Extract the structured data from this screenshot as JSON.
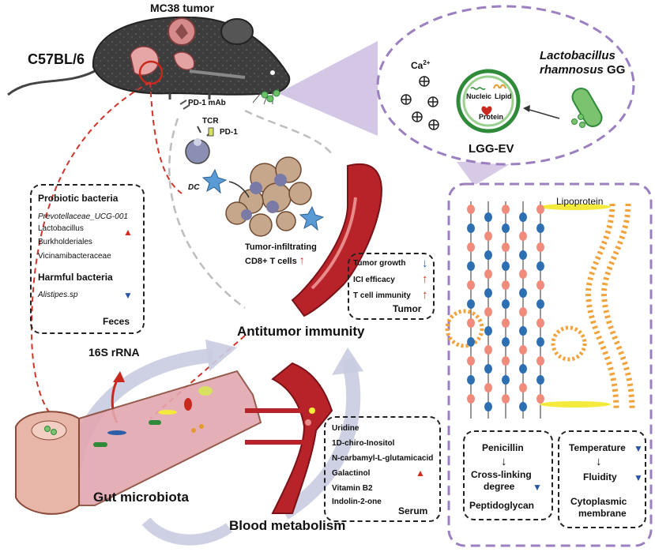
{
  "labels": {
    "mc38_tumor": "MC38 tumor",
    "c57bl6": "C57BL/6",
    "pd1_mab": "PD-1 mAb",
    "tcr": "TCR",
    "pd1": "PD-1",
    "dc": "DC",
    "til_line1": "Tumor-infiltrating",
    "til_line2": "CD8+ T cells",
    "antitumor_immunity": "Antitumor immunity",
    "rrna": "16S rRNA",
    "gut_microbiota": "Gut microbiota",
    "blood_metabolism": "Blood metabolism"
  },
  "feces_box": {
    "probiotic_title": "Probiotic bacteria",
    "probiotic_items": [
      "Prevotellaceae_UCG-001",
      "Lactobacillus",
      "Burkholderiales",
      "Vicinamibacteraceae"
    ],
    "harmful_title": "Harmful bacteria",
    "harmful_items": [
      "Alistipes.sp"
    ],
    "footer": "Feces"
  },
  "tumor_box": {
    "items": [
      "Tumor growth",
      "ICI efficacy",
      "T cell immunity"
    ],
    "footer": "Tumor"
  },
  "serum_box": {
    "items": [
      "Uridine",
      "1D-chiro-Inositol",
      "N-carbamyl-L-glutamicacid",
      "Galactinol",
      "Vitamin B2",
      "Indolin-2-one"
    ],
    "footer": "Serum"
  },
  "ev_bubble": {
    "ca": "Ca",
    "ca_sup": "2+",
    "bacteria_line1": "Lactobacillus",
    "bacteria_line2_italic": "rhamnosus",
    "bacteria_line2_plain": " GG",
    "nucleic": "Nucleic",
    "lipid": "Lipid",
    "protein": "Protein",
    "ev_name": "LGG-EV"
  },
  "membrane_panel": {
    "lipoprotein": "Lipoprotein",
    "left_box": {
      "top": "Penicillin",
      "middle_line1": "Cross-linking",
      "middle_line2": "degree",
      "footer": "Peptidoglycan"
    },
    "right_box": {
      "top": "Temperature",
      "middle": "Fluidity",
      "footer_line1": "Cytoplasmic",
      "footer_line2": "membrane"
    }
  },
  "colors": {
    "up_arrow": "#d42a1f",
    "down_arrow": "#2855a5",
    "purple_dash": "#9b7fc0",
    "vessel": "#b8232a",
    "ev_green": "#2f8a3a"
  }
}
